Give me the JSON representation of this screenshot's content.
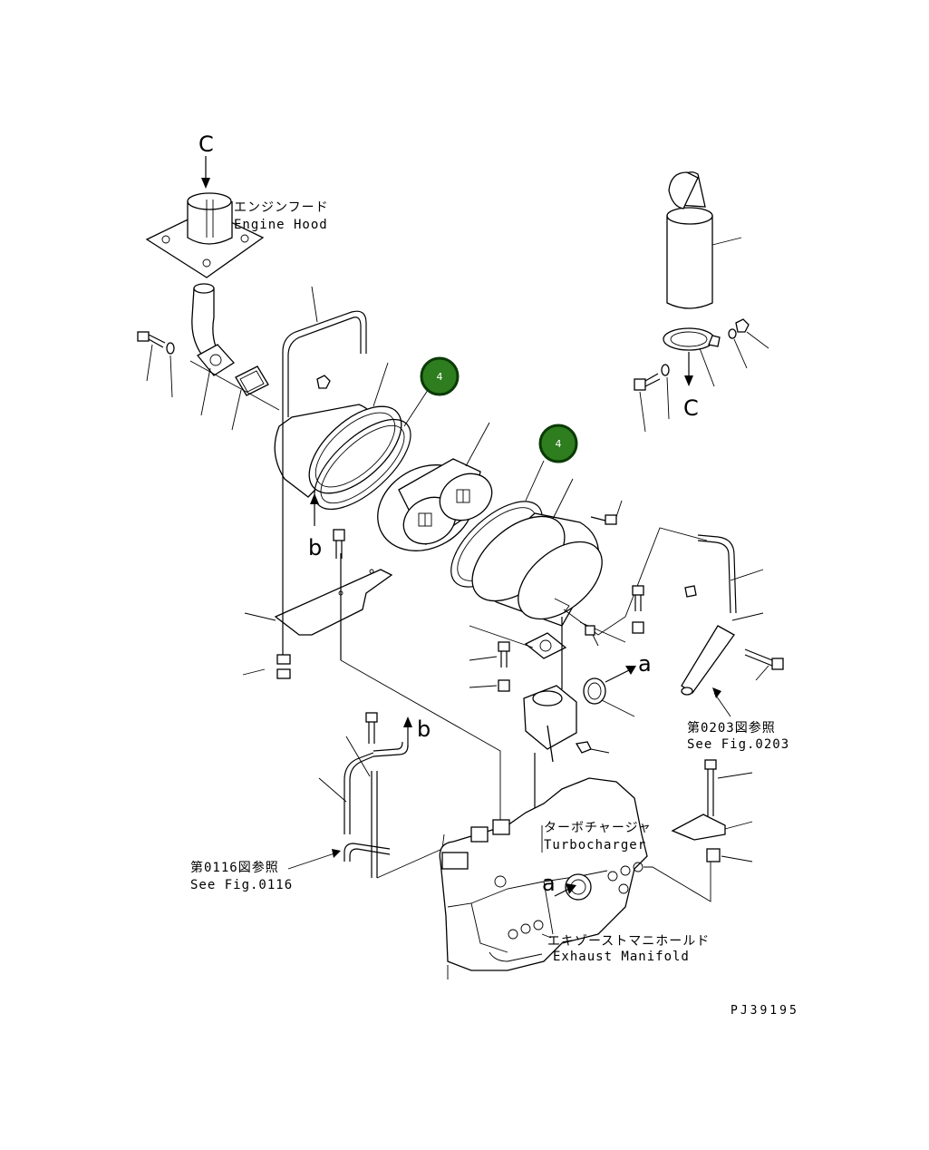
{
  "labels": {
    "engine_hood_jp": "エンジンフード",
    "engine_hood_en": "Engine Hood",
    "turbocharger_jp": "ターボチャージャ",
    "turbocharger_en": "Turbocharger",
    "exhaust_manifold_jp": "エキゾーストマニホールド",
    "exhaust_manifold_en": "Exhaust Manifold",
    "see_fig_0203_jp": "第0203図参照",
    "see_fig_0203_en": "See Fig.0203",
    "see_fig_0116_jp": "第0116図参照",
    "see_fig_0116_en": "See Fig.0116"
  },
  "markers": {
    "c_top": "C",
    "c_right": "C",
    "a_mid": "a",
    "a_bottom": "a",
    "b_left": "b",
    "b_bottom": "b"
  },
  "callouts": [
    {
      "label": "4",
      "color": "#2e7d1e"
    },
    {
      "label": "4",
      "color": "#2e7d1e"
    }
  ],
  "drawing_code": "PJ39195"
}
